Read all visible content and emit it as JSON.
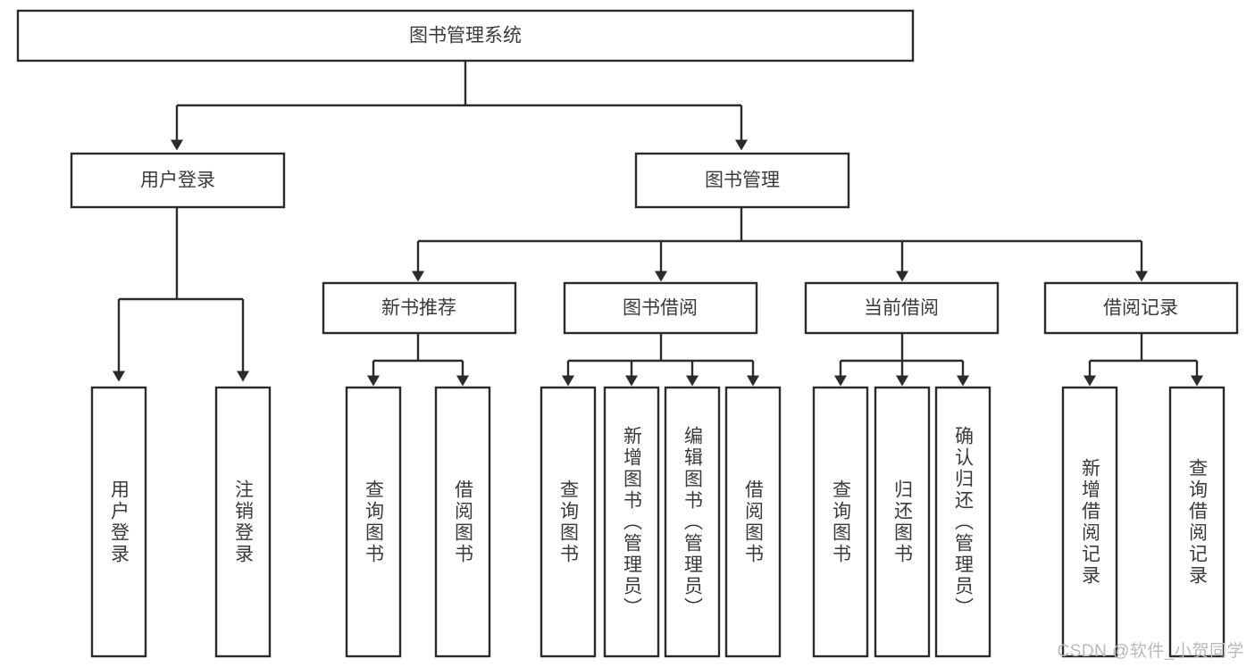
{
  "diagram": {
    "type": "tree",
    "title": "图书管理系统",
    "watermark": "CSDN @软件_小贺同学",
    "colors": {
      "box_fill": "#ffffff",
      "box_stroke": "#2b2b2b",
      "text": "#3a3a3a",
      "background": "#ffffff",
      "watermark": "#b9b9b9"
    },
    "nodes": {
      "root": {
        "label": "图书管理系统",
        "orientation": "horizontal"
      },
      "level1": [
        {
          "id": "user-login",
          "label": "用户登录",
          "orientation": "horizontal"
        },
        {
          "id": "book-manage",
          "label": "图书管理",
          "orientation": "horizontal"
        }
      ],
      "level2": [
        {
          "id": "new-book-recommend",
          "label": "新书推荐",
          "orientation": "horizontal",
          "parent": "book-manage"
        },
        {
          "id": "book-borrow",
          "label": "图书借阅",
          "orientation": "horizontal",
          "parent": "book-manage"
        },
        {
          "id": "current-borrow",
          "label": "当前借阅",
          "orientation": "horizontal",
          "parent": "book-manage"
        },
        {
          "id": "borrow-record",
          "label": "借阅记录",
          "orientation": "horizontal",
          "parent": "book-manage"
        }
      ],
      "leaves": [
        {
          "id": "leaf-user-login",
          "label": "用户登录",
          "orientation": "vertical",
          "parent": "user-login"
        },
        {
          "id": "leaf-logout",
          "label": "注销登录",
          "orientation": "vertical",
          "parent": "user-login"
        },
        {
          "id": "leaf-query-book-1",
          "label": "查询图书",
          "orientation": "vertical",
          "parent": "new-book-recommend"
        },
        {
          "id": "leaf-borrow-book-1",
          "label": "借阅图书",
          "orientation": "vertical",
          "parent": "new-book-recommend"
        },
        {
          "id": "leaf-query-book-2",
          "label": "查询图书",
          "orientation": "vertical",
          "parent": "book-borrow"
        },
        {
          "id": "leaf-add-book",
          "label": "新增图书（管理员）",
          "orientation": "vertical",
          "parent": "book-borrow"
        },
        {
          "id": "leaf-edit-book",
          "label": "编辑图书（管理员）",
          "orientation": "vertical",
          "parent": "book-borrow"
        },
        {
          "id": "leaf-borrow-book-2",
          "label": "借阅图书",
          "orientation": "vertical",
          "parent": "book-borrow"
        },
        {
          "id": "leaf-query-book-3",
          "label": "查询图书",
          "orientation": "vertical",
          "parent": "current-borrow"
        },
        {
          "id": "leaf-return-book",
          "label": "归还图书",
          "orientation": "vertical",
          "parent": "current-borrow"
        },
        {
          "id": "leaf-confirm-return",
          "label": "确认归还（管理员）",
          "orientation": "vertical",
          "parent": "current-borrow"
        },
        {
          "id": "leaf-add-record",
          "label": "新增借阅记录",
          "orientation": "vertical",
          "parent": "borrow-record"
        },
        {
          "id": "leaf-query-record",
          "label": "查询借阅记录",
          "orientation": "vertical",
          "parent": "borrow-record"
        }
      ]
    }
  }
}
